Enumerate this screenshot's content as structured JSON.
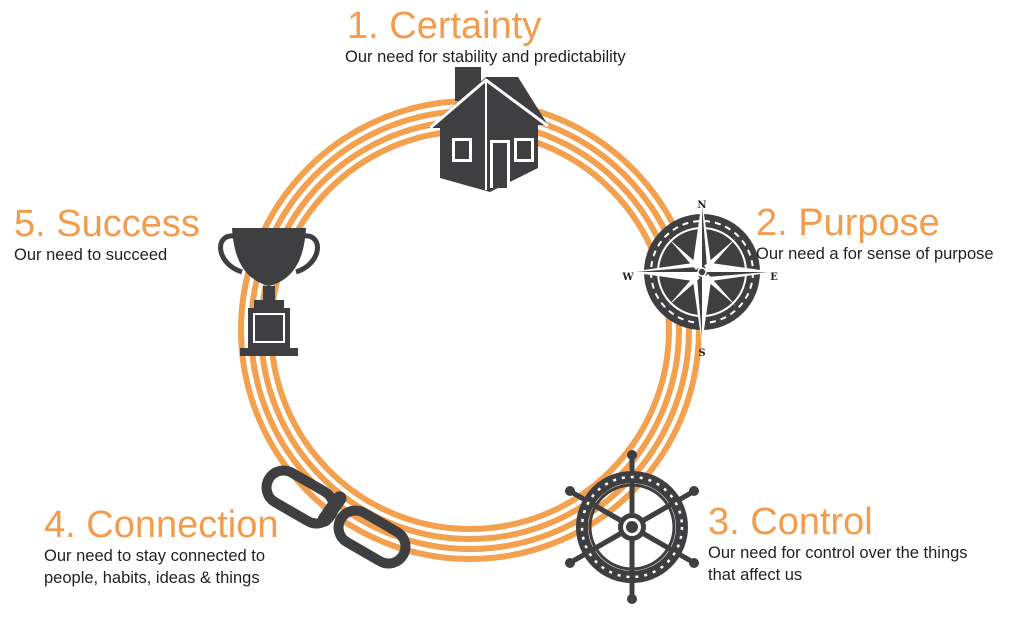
{
  "colors": {
    "ring": "#f3a04f",
    "accent": "#f39c4b",
    "icon": "#3f3f41",
    "text": "#231f20"
  },
  "items": [
    {
      "title": "1. Certainty",
      "desc": [
        "Our need for stability and predictability"
      ],
      "icon": "house-icon"
    },
    {
      "title": "2. Purpose",
      "desc": [
        "Our need a for sense of purpose"
      ],
      "icon": "compass-icon"
    },
    {
      "title": "3. Control",
      "desc": [
        "Our need for control over the things",
        "that affect us"
      ],
      "icon": "ship-wheel-icon"
    },
    {
      "title": "4. Connection",
      "desc": [
        "Our need to stay connected to",
        "people, habits, ideas & things"
      ],
      "icon": "chain-link-icon"
    },
    {
      "title": "5. Success",
      "desc": [
        "Our need to succeed"
      ],
      "icon": "trophy-icon"
    }
  ],
  "compass": {
    "n": "N",
    "e": "E",
    "s": "S",
    "w": "W"
  }
}
